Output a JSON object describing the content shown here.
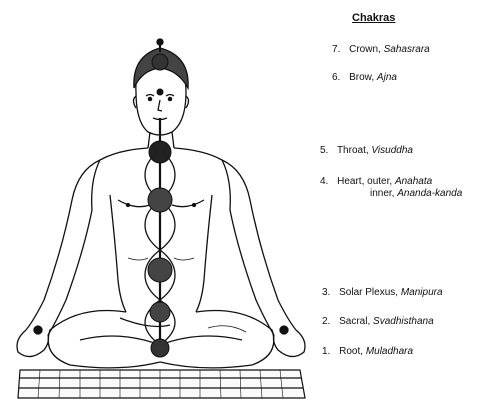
{
  "legend": {
    "title": "Chakras",
    "items": [
      {
        "num": "7.",
        "name": "Crown,",
        "sanskrit": "Sahasrara"
      },
      {
        "num": "6.",
        "name": "Brow,",
        "sanskrit": "Ajna"
      },
      {
        "num": "5.",
        "name": "Throat,",
        "sanskrit": "Visuddha"
      },
      {
        "num": "4.",
        "name": "Heart, outer,",
        "sanskrit": "Anahata",
        "name2": "inner,",
        "sanskrit2": "Ananda-kanda"
      },
      {
        "num": "3.",
        "name": "Solar Plexus,",
        "sanskrit": "Manipura"
      },
      {
        "num": "2.",
        "name": "Sacral,",
        "sanskrit": "Svadhisthana"
      },
      {
        "num": "1.",
        "name": "Root,",
        "sanskrit": "Muladhara"
      }
    ]
  }
}
